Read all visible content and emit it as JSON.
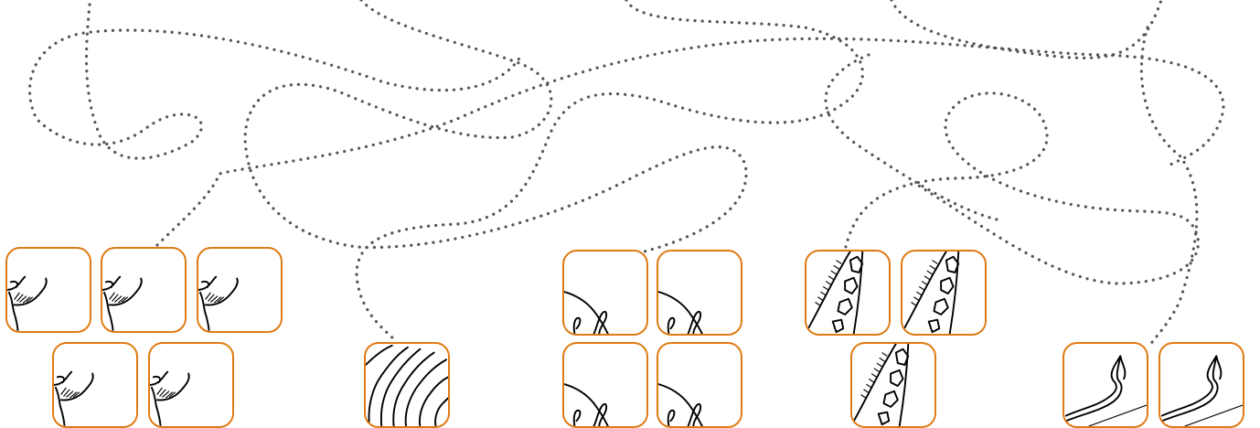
{
  "puzzle": {
    "title": "",
    "colors": {
      "tile_border": "#e07b14",
      "dots": "#555555",
      "background": "#ffffff",
      "ink": "#000000"
    },
    "groups": [
      {
        "name": "leaf-tip",
        "tile_count": 5
      },
      {
        "name": "wavy-stripes",
        "tile_count": 1
      },
      {
        "name": "curve-with-loops",
        "tile_count": 4
      },
      {
        "name": "cracked-bark",
        "tile_count": 3
      },
      {
        "name": "curl-stem",
        "tile_count": 2
      }
    ]
  }
}
